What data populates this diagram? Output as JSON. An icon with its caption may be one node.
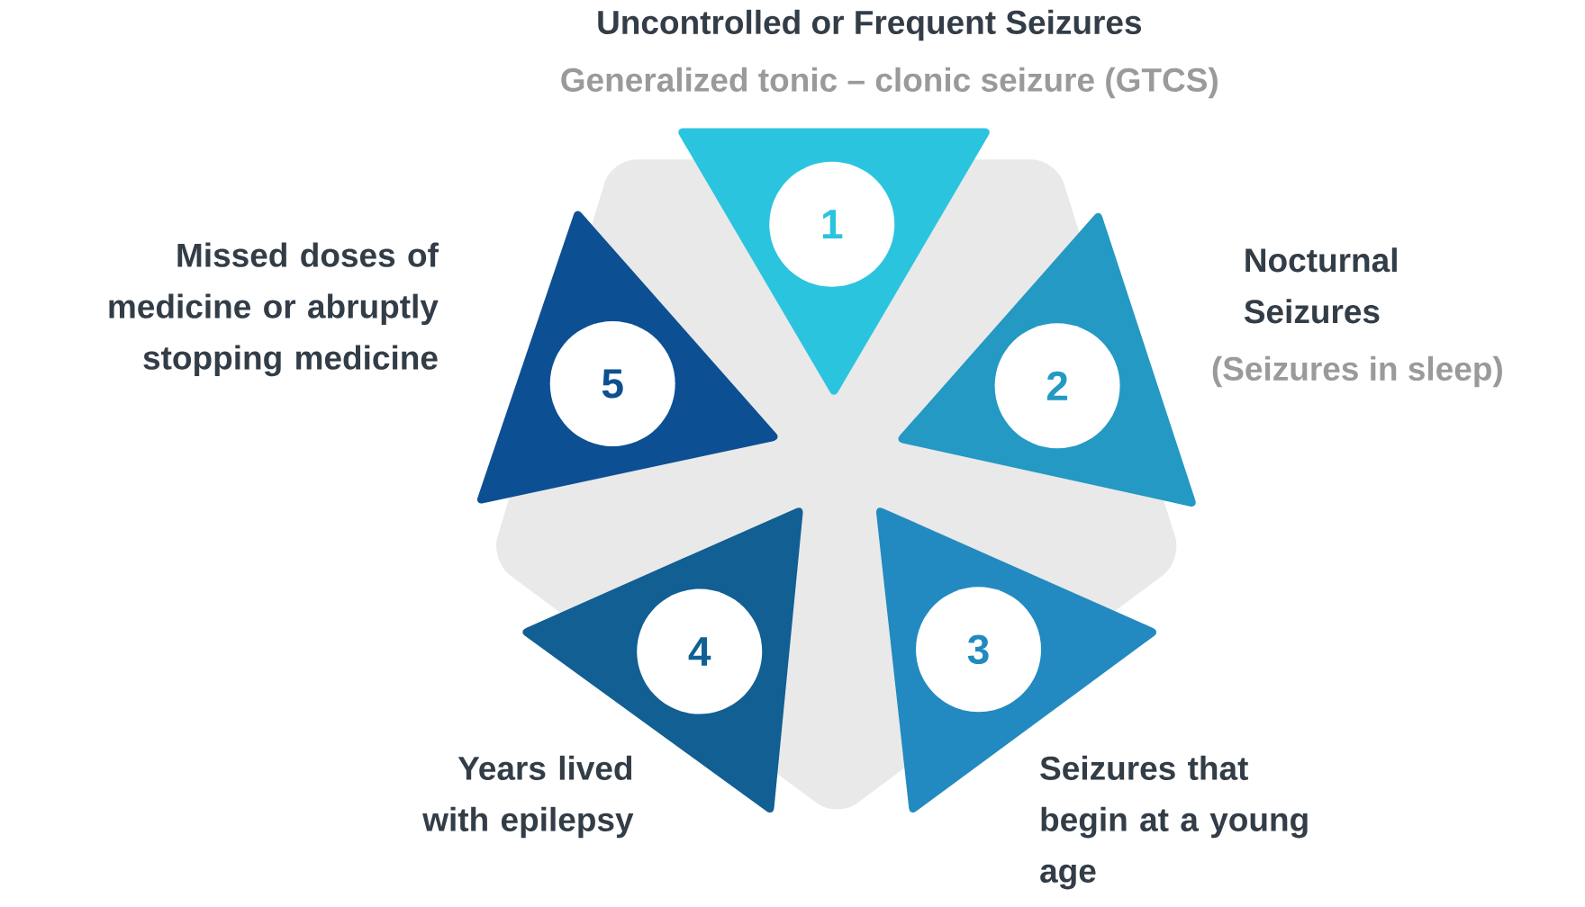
{
  "diagram": {
    "nodes": [
      {
        "text": [
          "1"
        ],
        "beside": [
          "Uncontrolled or Frequent Seizures",
          "Generalized tonic – clonic seizure (GTCS)"
        ]
      },
      {
        "text": [
          "2"
        ],
        "beside": [
          "Nocturnal Seizures",
          "(Seizures in sleep)"
        ]
      },
      {
        "text": [
          "3"
        ],
        "beside": [
          "Seizures that begin at a young age"
        ]
      },
      {
        "text": [
          "4"
        ],
        "beside": [
          "Years lived with epilepsy"
        ]
      },
      {
        "text": [
          "5"
        ],
        "beside": [
          "Missed doses of medicine or abruptly stopping medicine"
        ]
      }
    ]
  }
}
